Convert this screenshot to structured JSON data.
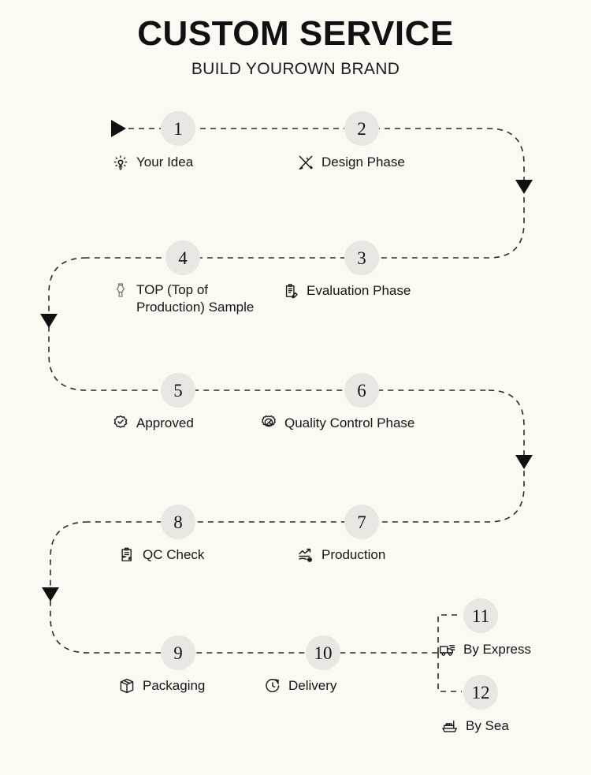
{
  "header": {
    "title": "CUSTOM SERVICE",
    "subtitle": "BUILD YOUROWN BRAND"
  },
  "theme": {
    "background": "#FCF8F2",
    "badge_fill": "#EAE6E1",
    "line_color": "#2b2b2b",
    "text_color": "#161616"
  },
  "flow": {
    "style": "dashed-serpentine",
    "rows": 5,
    "arrow_markers": 5
  },
  "steps": [
    {
      "number": "1",
      "label": "Your Idea",
      "icon": "lightbulb-icon"
    },
    {
      "number": "2",
      "label": "Design Phase",
      "icon": "pencil-ruler-icon"
    },
    {
      "number": "3",
      "label": "Evaluation Phase",
      "icon": "clipboard-pencil-icon"
    },
    {
      "number": "4",
      "label": "TOP (Top of Production) Sample",
      "icon": "mannequin-icon"
    },
    {
      "number": "5",
      "label": "Approved",
      "icon": "badge-check-icon"
    },
    {
      "number": "6",
      "label": "Quality Control Phase",
      "icon": "gear-icon"
    },
    {
      "number": "7",
      "label": "Production",
      "icon": "trend-chart-icon"
    },
    {
      "number": "8",
      "label": "QC Check",
      "icon": "clipboard-list-icon"
    },
    {
      "number": "9",
      "label": "Packaging",
      "icon": "box-icon"
    },
    {
      "number": "10",
      "label": "Delivery",
      "icon": "clock-arrow-icon"
    },
    {
      "number": "11",
      "label": "By Express",
      "icon": "truck-icon"
    },
    {
      "number": "12",
      "label": "By Sea",
      "icon": "ship-icon"
    }
  ]
}
